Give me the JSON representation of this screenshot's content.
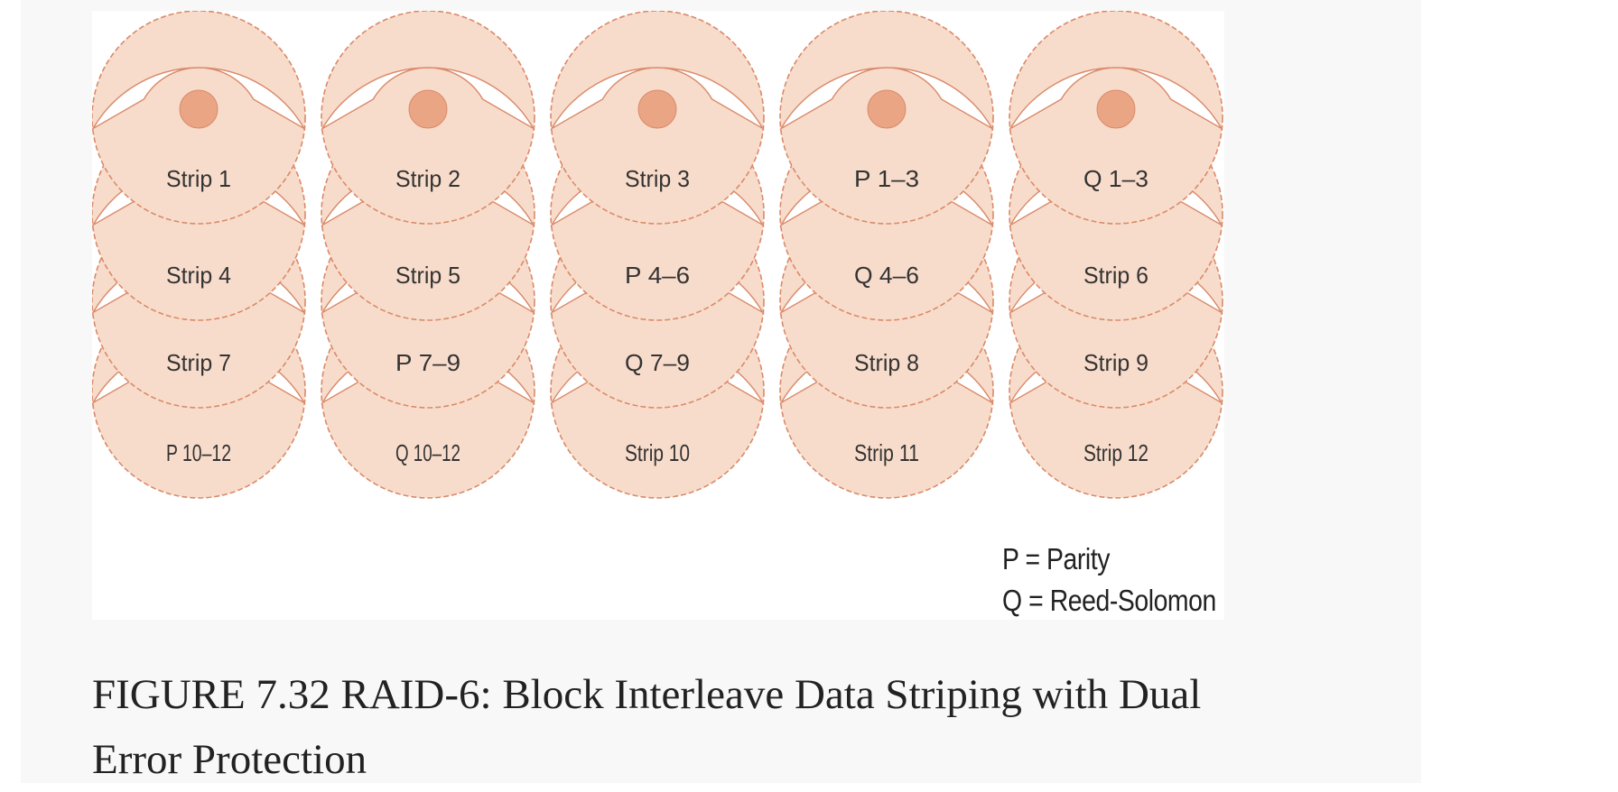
{
  "figure": {
    "disks": [
      {
        "strips": [
          "Strip 1",
          "Strip 4",
          "Strip 7",
          "P 10–12"
        ]
      },
      {
        "strips": [
          "Strip 2",
          "Strip 5",
          "P 7–9",
          "Q 10–12"
        ]
      },
      {
        "strips": [
          "Strip 3",
          "P 4–6",
          "Q 7–9",
          "Strip 10"
        ]
      },
      {
        "strips": [
          "P 1–3",
          "Q 4–6",
          "Strip 8",
          "Strip 11"
        ]
      },
      {
        "strips": [
          "Q 1–3",
          "Strip 6",
          "Strip 9",
          "Strip 12"
        ]
      }
    ],
    "legend": {
      "parity": "P = Parity",
      "reed_solomon": "Q = Reed-Solomon"
    },
    "colors": {
      "platter_fill": "#f8dccb",
      "platter_stroke": "#d98a6a",
      "hub_fill": "#eaa585",
      "label_fill": "#ffffff"
    }
  },
  "caption": "FIGURE 7.32 RAID-6: Block Interleave Data Striping with Dual Error Protection"
}
